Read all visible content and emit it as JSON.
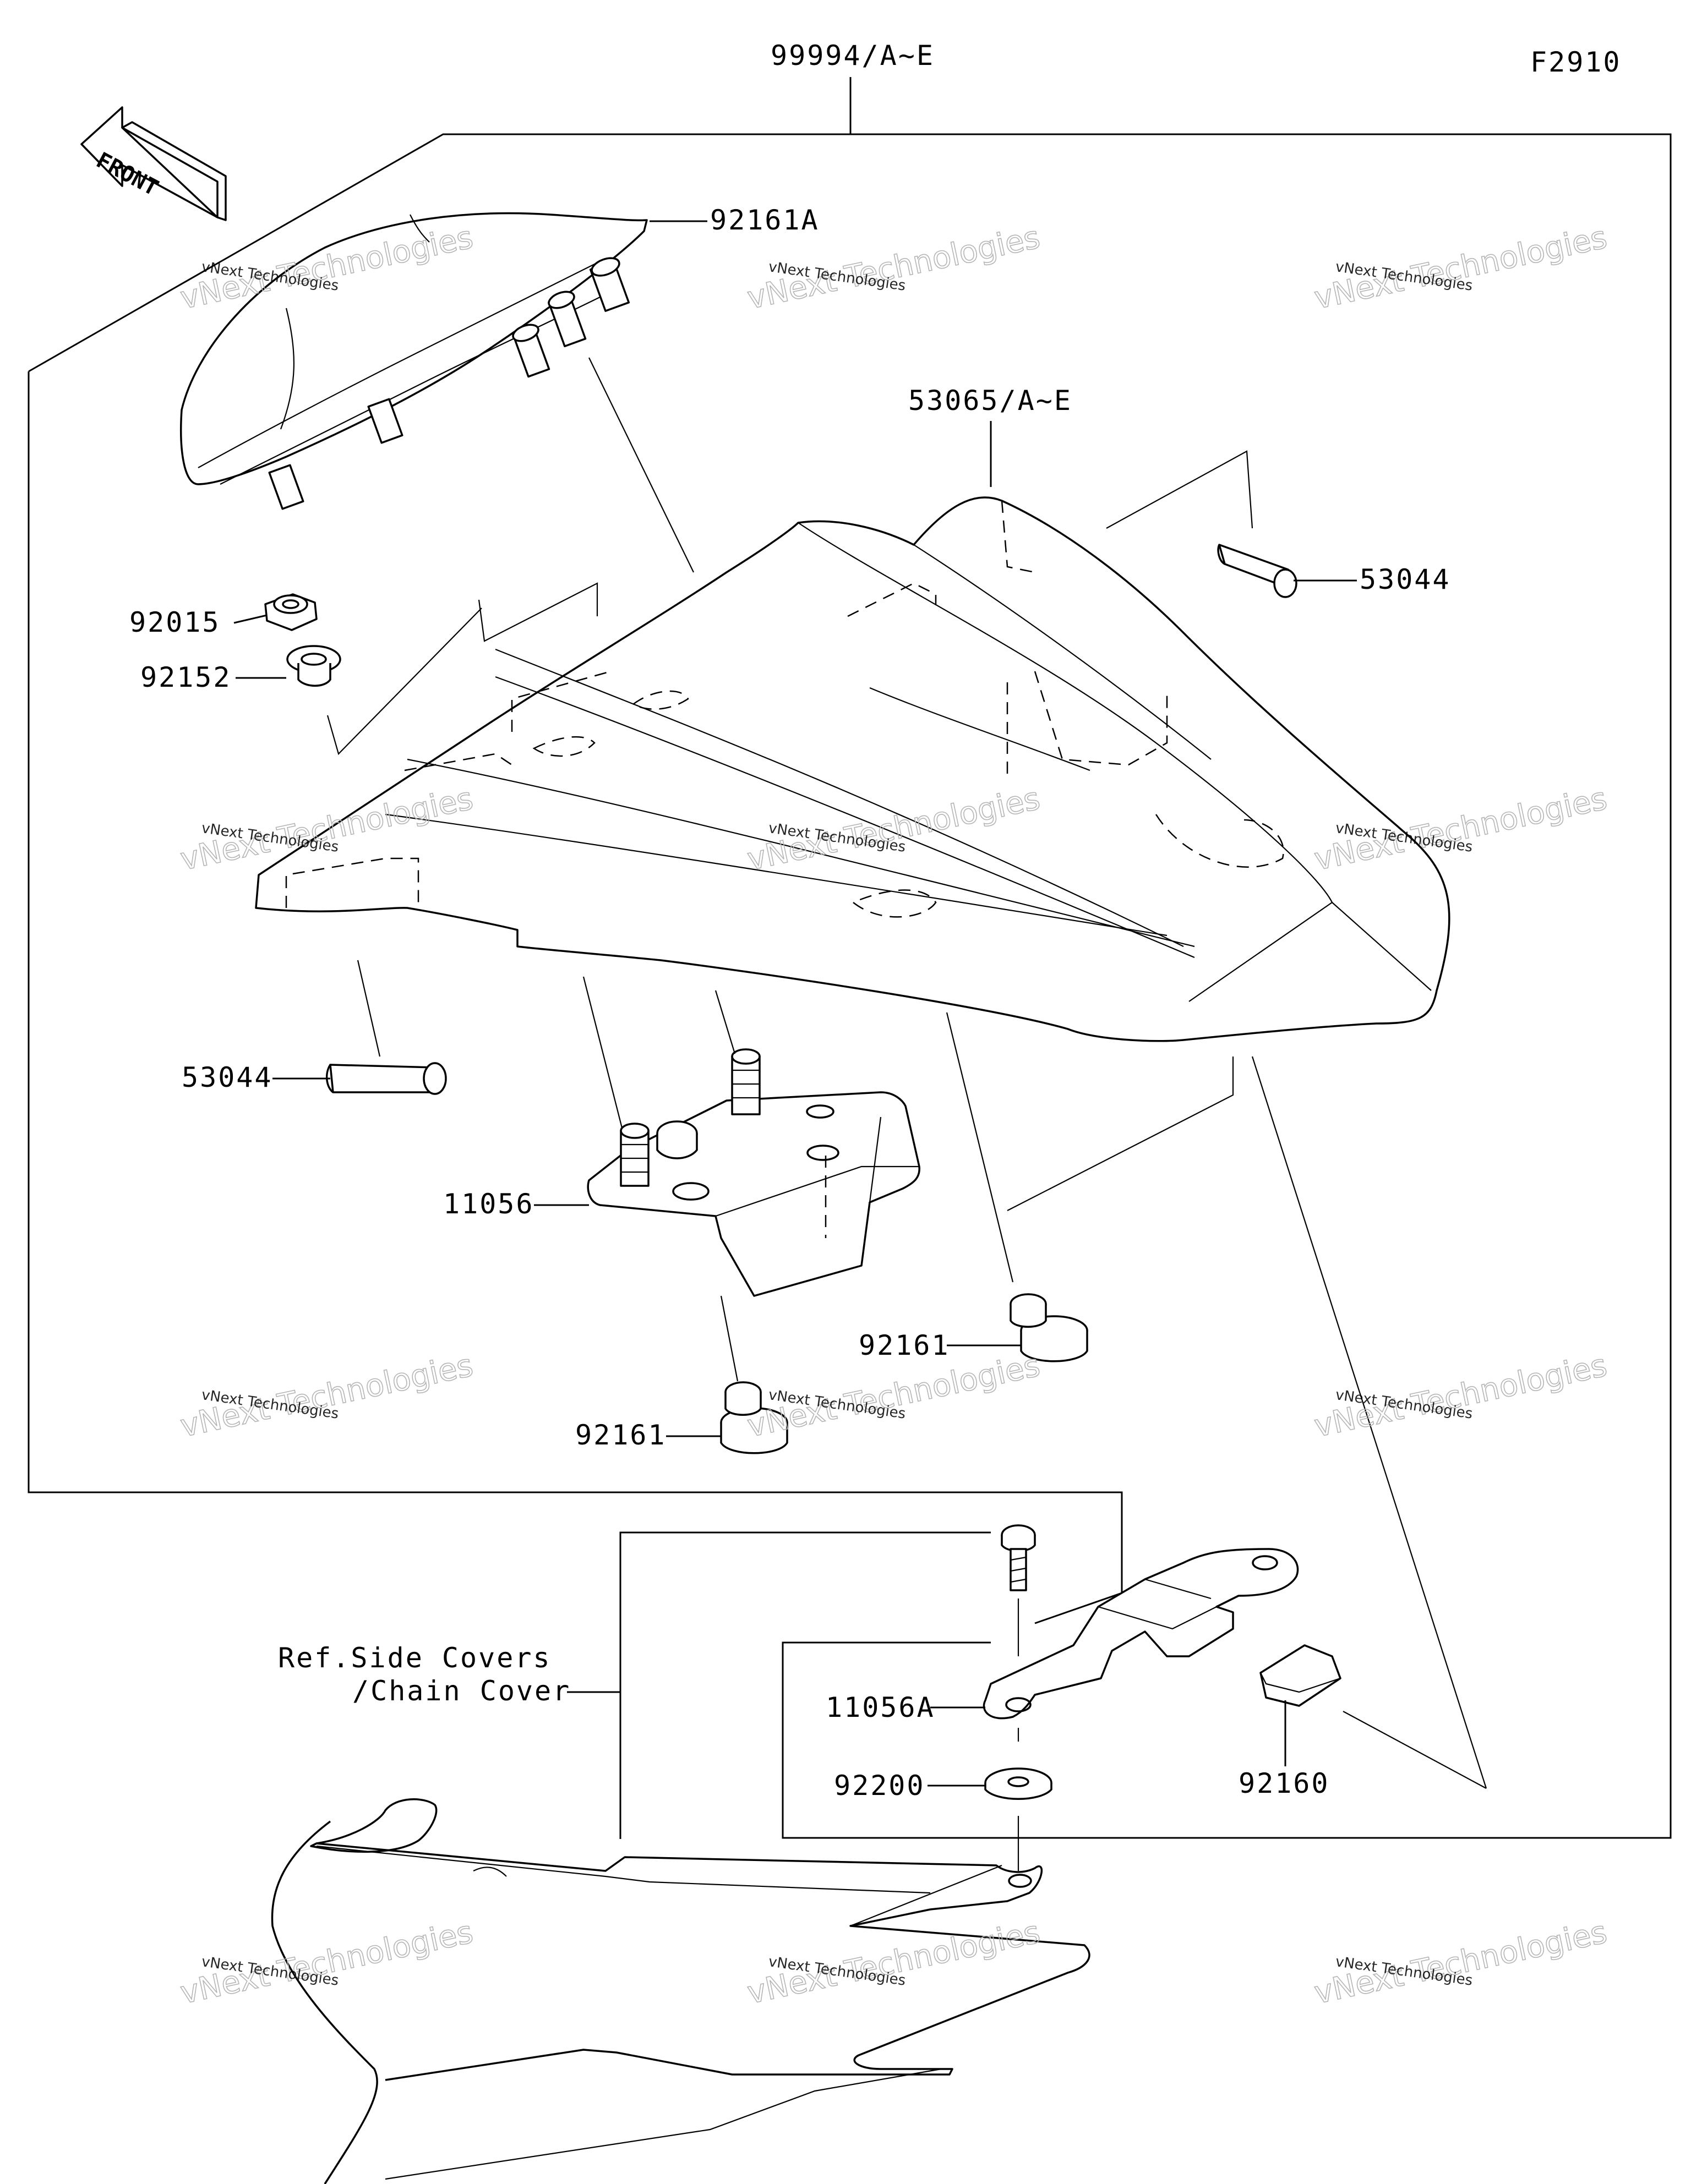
{
  "figure_code": "F2910",
  "labels": {
    "assembly": "99994/A~E",
    "seat_cover": "92161A",
    "cowl": "53065/A~E",
    "clip_right": "53044",
    "clip_left": "53044",
    "nut": "92015",
    "collar": "92152",
    "bracket": "11056",
    "damper_right": "92161",
    "damper_left": "92161",
    "bracket_a": "11056A",
    "washer": "92200",
    "pad": "92160",
    "ref_line1": "Ref.Side Covers",
    "ref_line2": "/Chain Cover"
  },
  "front_arrow": "FRONT",
  "watermark": {
    "small": "vNext Technologies",
    "big": "vNext Technologies"
  }
}
